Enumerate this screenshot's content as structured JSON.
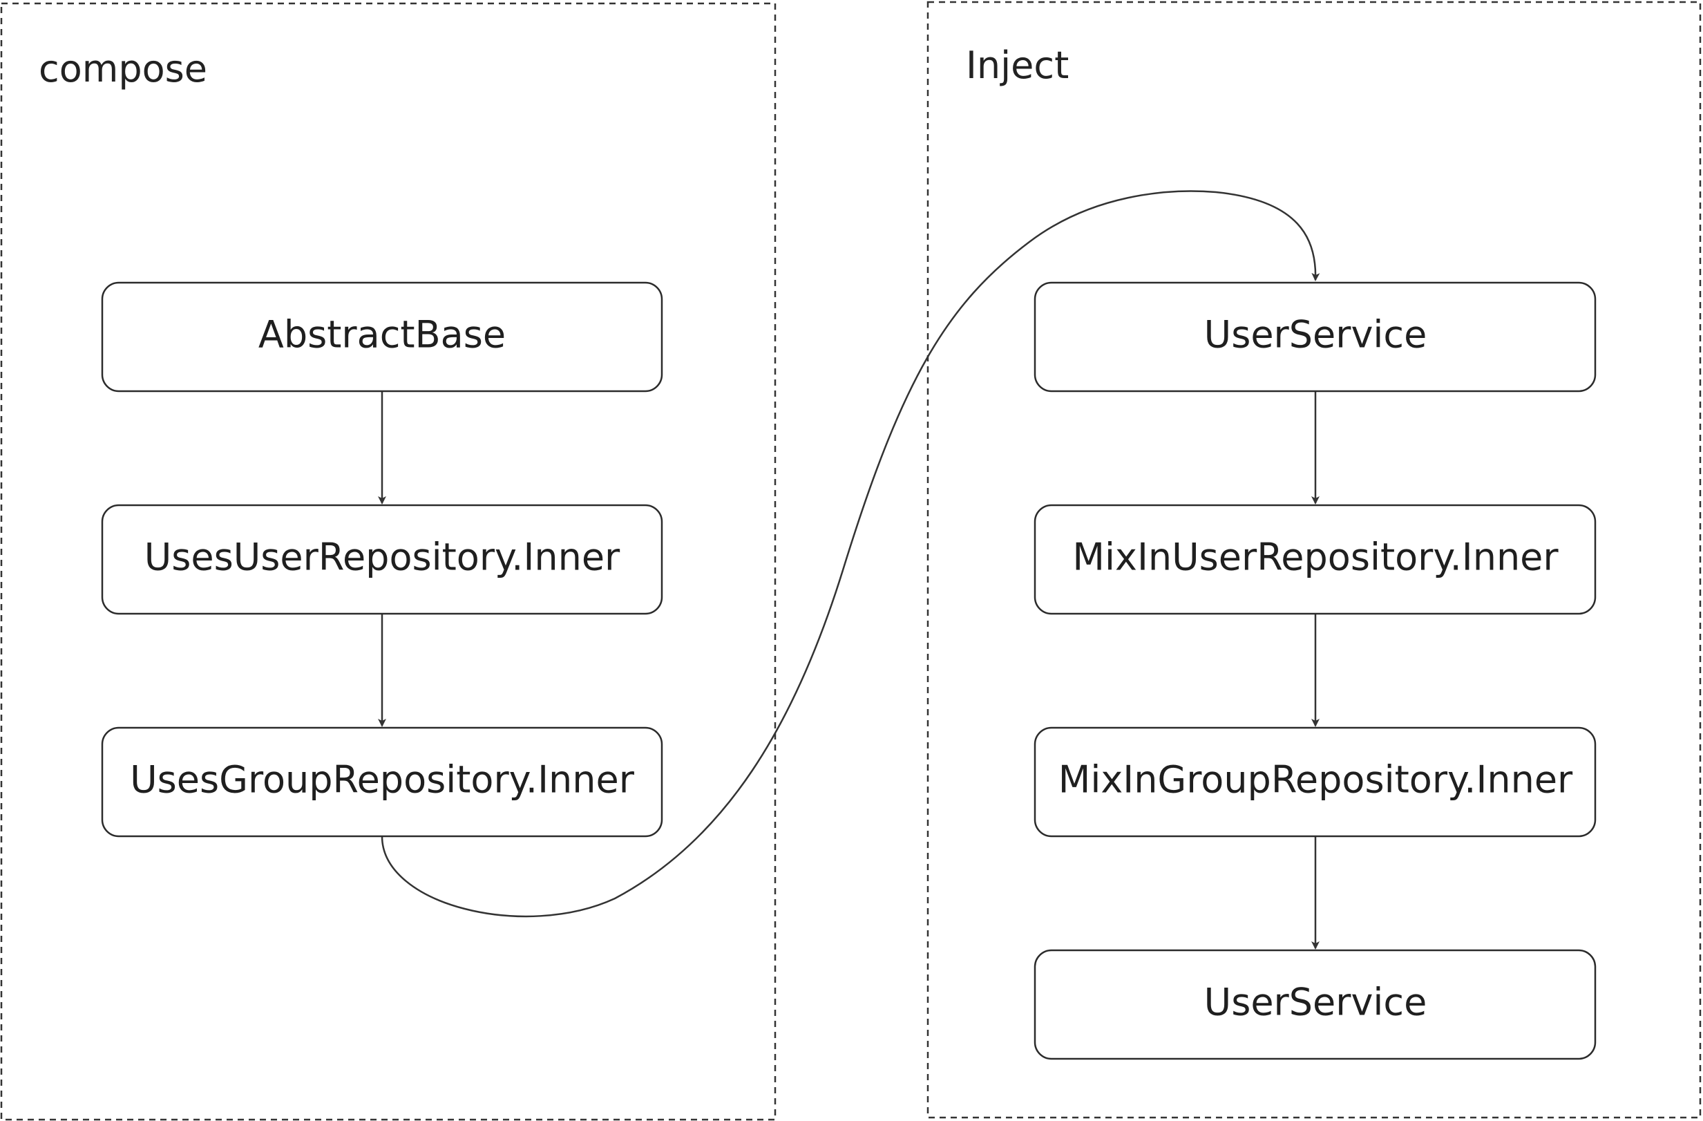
{
  "groups": {
    "compose": {
      "label": "compose"
    },
    "inject": {
      "label": "Inject"
    }
  },
  "nodes": {
    "abstract_base": "AbstractBase",
    "uses_user_repo": "UsesUserRepository.Inner",
    "uses_group_repo": "UsesGroupRepository.Inner",
    "user_service_top": "UserService",
    "mixin_user_repo": "MixInUserRepository.Inner",
    "mixin_group_repo": "MixInGroupRepository.Inner",
    "user_service_bottom": "UserService"
  },
  "colors": {
    "stroke": "#333333",
    "text": "#1f1f1f",
    "background": "#ffffff"
  }
}
